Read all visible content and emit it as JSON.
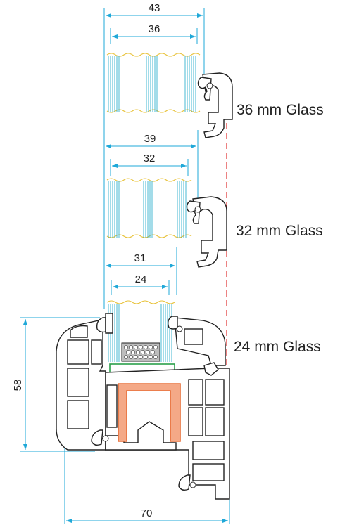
{
  "diagram": {
    "dimensions": {
      "top_outer": "43",
      "top_inner": "36",
      "mid_outer": "39",
      "mid_inner": "32",
      "low_outer": "31",
      "low_inner": "24",
      "frame_height": "58",
      "frame_width": "70"
    },
    "labels": {
      "glass_36": "36 mm Glass",
      "glass_32": "32 mm Glass",
      "glass_24": "24 mm Glass"
    },
    "colors": {
      "dimension_line": "#1fa8d8",
      "glass_lines": "#19a8c8",
      "glass_edge": "#e8c23a",
      "reference_line": "#e03030",
      "reinforcement": "#e8703a",
      "seal_green": "#2aa04a"
    }
  }
}
